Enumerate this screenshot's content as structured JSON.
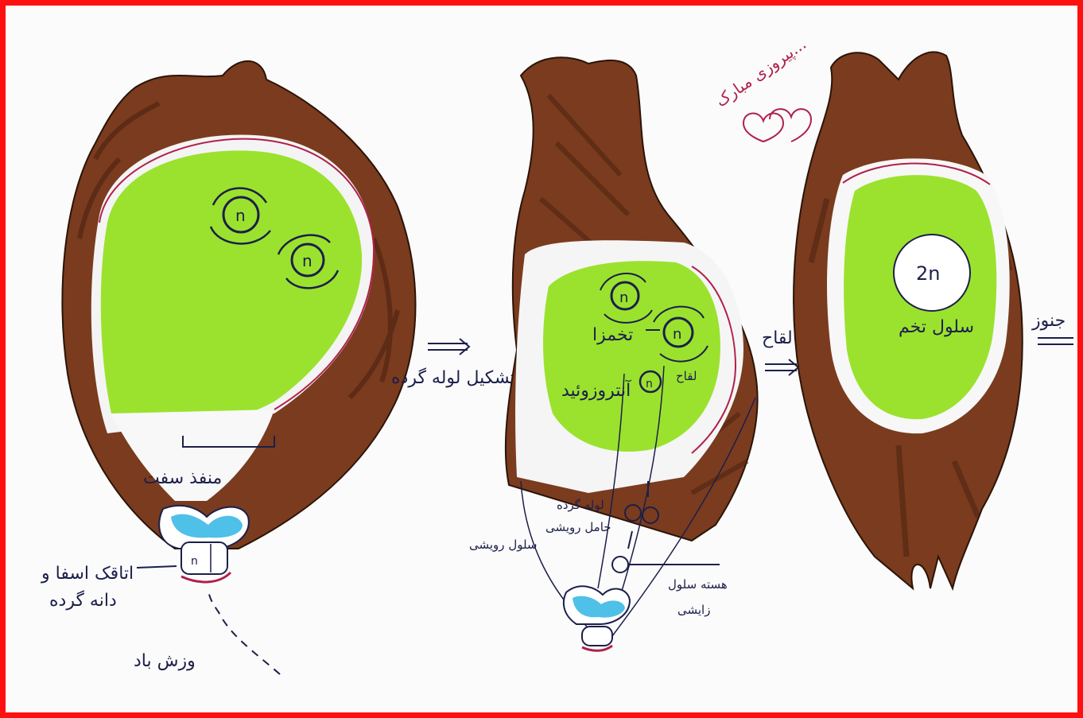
{
  "colors": {
    "frame": "#ff1010",
    "coat": "#7a3b1e",
    "coat_dark": "#4a2210",
    "endosperm": "#9be22e",
    "embryo": "#4fc0e8",
    "ink": "#1c1f4a",
    "note": "#b0204a"
  },
  "labels": {
    "micropyle": "منفذ سفت",
    "embryo_left_1": "اتاقک اسفا و",
    "embryo_left_2": "دانه گرده",
    "wind": "وزش باد",
    "arrow_label_1": "تشکیل لوله گرده",
    "egg_cell": "تخمزا",
    "antipodal": "آنتروزوئید",
    "pollen_tube": "لوله گرده",
    "carrier_1": "حامل رویشی",
    "carrier_2": "سلول رویشی",
    "sterile_1": "هسته سلول",
    "sterile_2": "زایشی",
    "fertilization": "لقاح",
    "zygote": "2n",
    "zygote_cell": "سلول تخم",
    "arrow_label_3": "جنوز",
    "note_line1": "پیروزی مبارک...",
    "chrom_n": "n"
  }
}
